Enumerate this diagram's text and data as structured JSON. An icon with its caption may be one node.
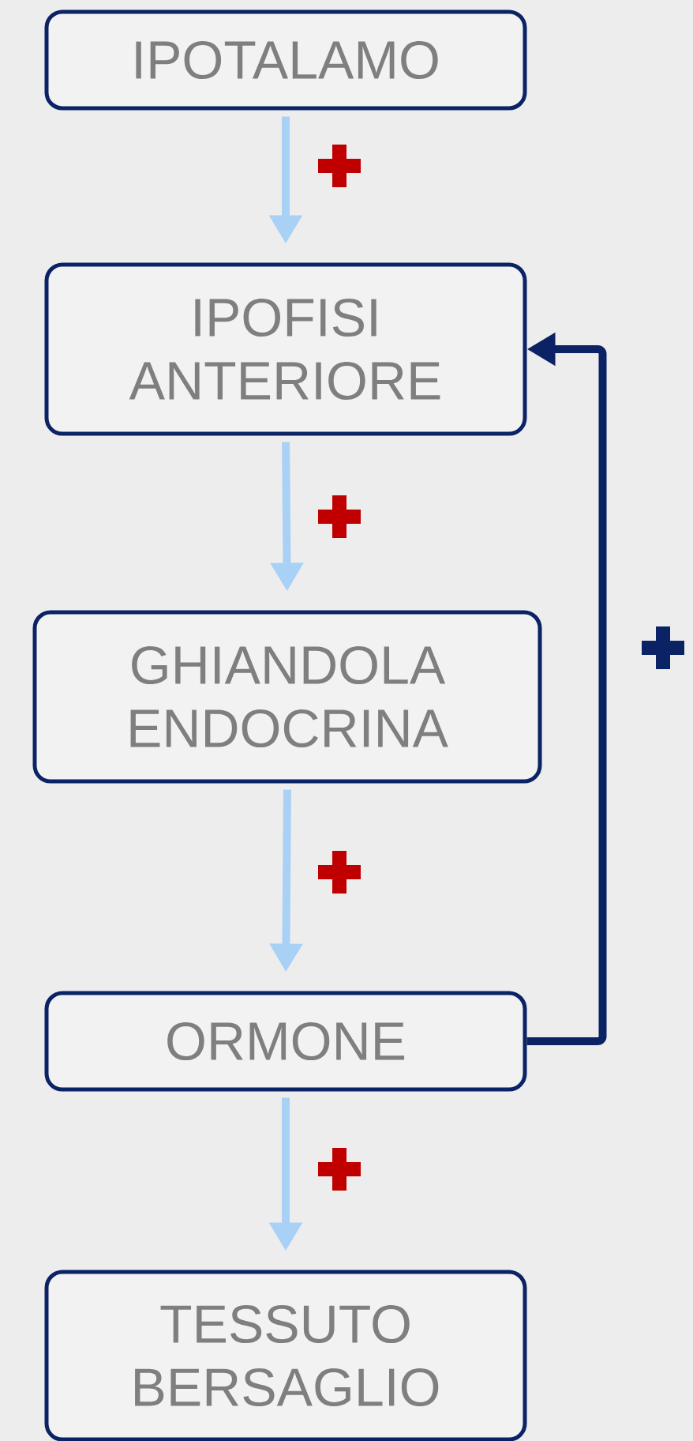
{
  "diagram": {
    "nodes": [
      {
        "text": [
          "IPOTALAMO"
        ]
      },
      {
        "text": [
          "IPOFISI ANTERIORE"
        ]
      },
      {
        "text": [
          "GHIANDOLA ENDOCRINA"
        ]
      },
      {
        "text": [
          "ORMONE"
        ]
      },
      {
        "text": [
          "TESSUTO BERSAGLIO"
        ]
      }
    ],
    "edges": [
      {
        "from": 0,
        "to": 1,
        "arrow": "to"
      },
      {
        "from": 1,
        "to": 2,
        "arrow": "to"
      },
      {
        "from": 2,
        "to": 3,
        "arrow": "to"
      },
      {
        "from": 3,
        "to": 4,
        "arrow": "to"
      },
      {
        "from": 3,
        "to": 1,
        "arrow": "to",
        "color": "#0b2265"
      }
    ]
  }
}
